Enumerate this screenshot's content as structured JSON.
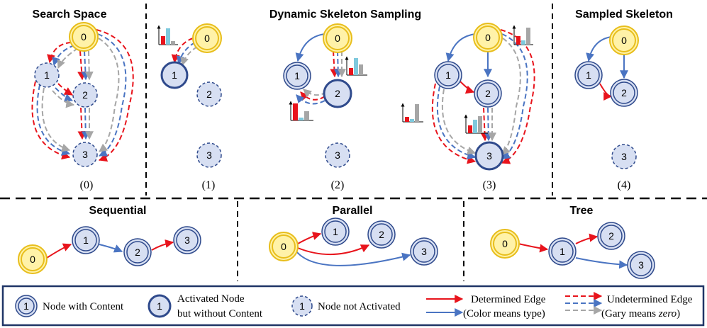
{
  "panels": {
    "search_space": {
      "title": "Search Space",
      "label": "(0)"
    },
    "dynamic": {
      "title": "Dynamic Skeleton Sampling",
      "labels": [
        "(1)",
        "(2)",
        "(3)"
      ]
    },
    "sampled": {
      "title": "Sampled Skeleton",
      "label": "(4)"
    },
    "sequential": {
      "title": "Sequential"
    },
    "parallel": {
      "title": "Parallel"
    },
    "tree": {
      "title": "Tree"
    }
  },
  "node_labels": [
    "0",
    "1",
    "2",
    "3"
  ],
  "legend": {
    "content_node": "Node with Content",
    "activated_line1": "Activated Node",
    "activated_line2": "but without Content",
    "not_activated": "Node not Activated",
    "determined": "Determined Edge",
    "determined_sub": "(Color means type)",
    "undetermined": "Undetermined Edge",
    "undetermined_sub_prefix": "(Gary means ",
    "undetermined_sub_em": "zero",
    "undetermined_sub_suffix": ")"
  },
  "colors": {
    "red": "#e8141c",
    "blue": "#4a74c2",
    "gray": "#a6a6a6",
    "node_fill": "#d7dff2",
    "node_stroke": "#2f4a8c",
    "root_fill": "#fff2a8",
    "root_stroke": "#e8be1c",
    "bar_blue": "#7ec9dd"
  }
}
